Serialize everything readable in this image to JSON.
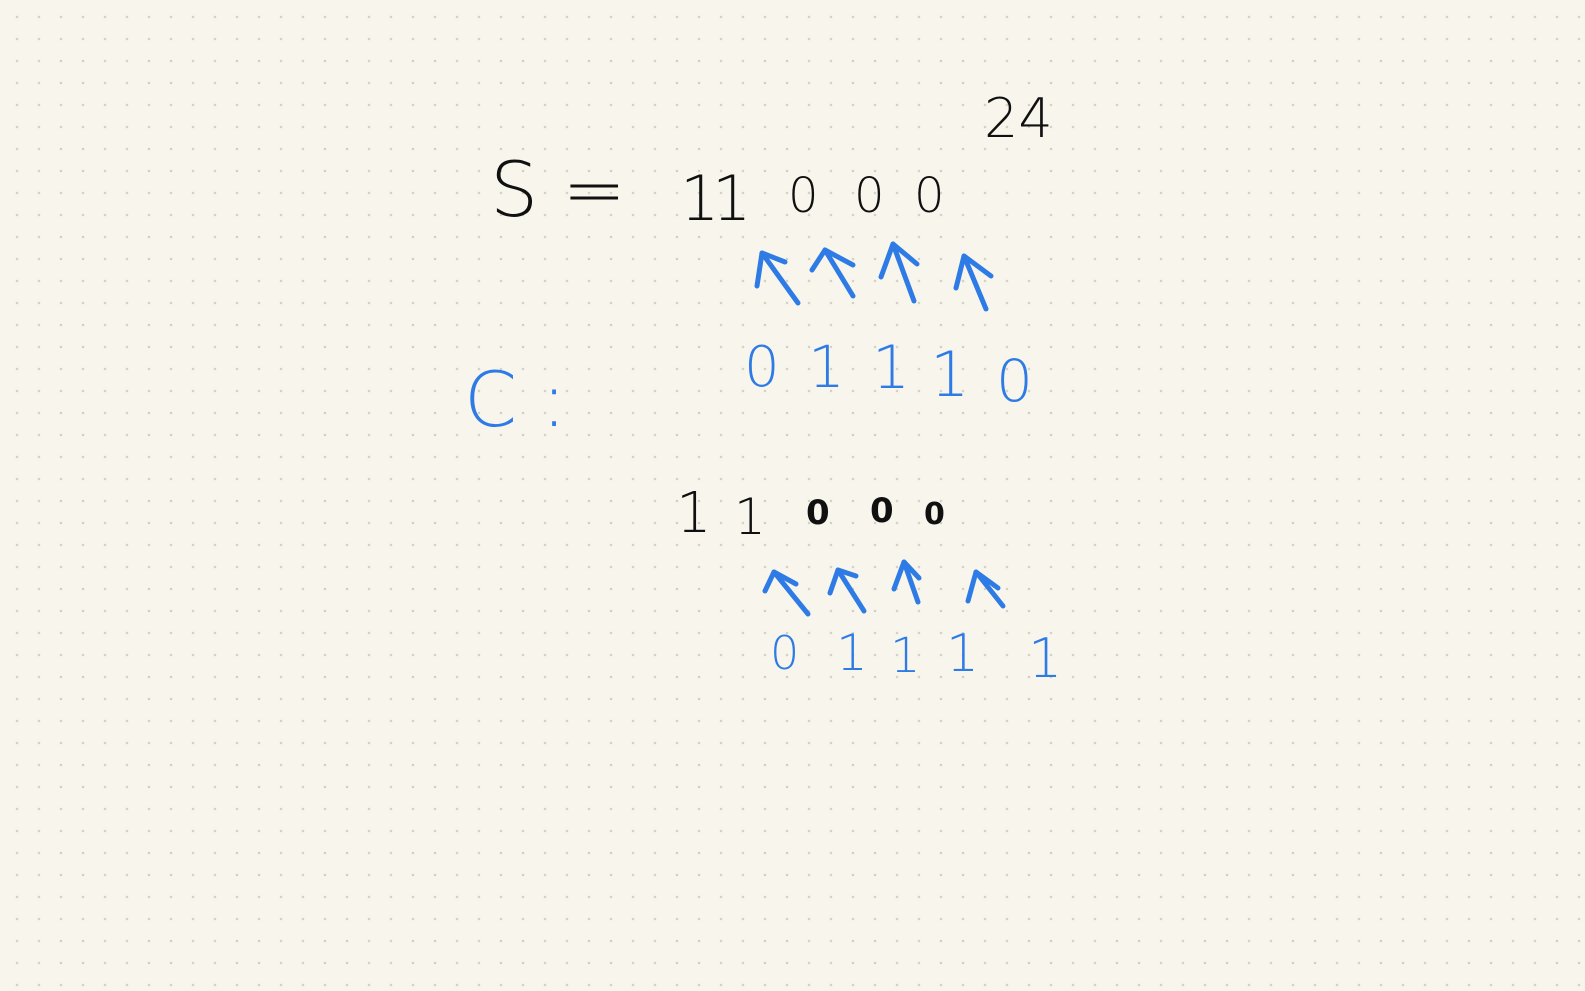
{
  "note": {
    "s_label": "S =",
    "exponent": "24",
    "s_digits": [
      "1",
      "1",
      "0",
      "0",
      "0"
    ],
    "c_label": "C :",
    "c_digits": [
      "0",
      "1",
      "1",
      "1",
      "0"
    ],
    "row3_digits": [
      "1",
      "1",
      "0",
      "0",
      "0"
    ],
    "row4_digits": [
      "0",
      "1",
      "1",
      "1",
      "1"
    ]
  },
  "colors": {
    "paper": "#f8f6ec",
    "dot_grid": "#d4d2c6",
    "black_ink": "#101010",
    "blue_ink": "#2e7be6"
  },
  "icons": [
    "arrow-up-left-icon"
  ]
}
